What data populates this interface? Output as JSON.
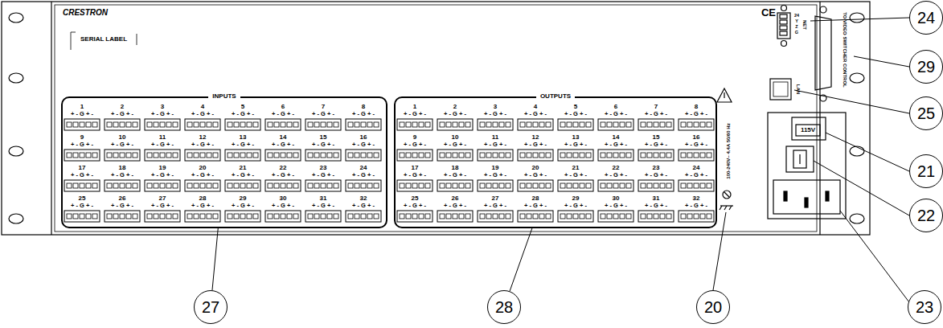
{
  "diagram": {
    "nodes": [
      {
        "text": [
          "INPUTS"
        ]
      },
      {
        "text": [
          "OUTPUTS"
        ]
      },
      {
        "text": [
          "24"
        ]
      },
      {
        "text": [
          "29"
        ]
      },
      {
        "text": [
          "25"
        ]
      },
      {
        "text": [
          "21"
        ]
      },
      {
        "text": [
          "22"
        ]
      },
      {
        "text": [
          "27"
        ]
      },
      {
        "text": [
          "28"
        ]
      },
      {
        "text": [
          "20"
        ]
      },
      {
        "text": [
          "23"
        ]
      }
    ],
    "edges": [
      {
        "from": 7,
        "to": 0,
        "arrow": "none"
      },
      {
        "from": 8,
        "to": 1,
        "arrow": "none"
      }
    ],
    "labels": [
      "CRESTRON",
      "SERIAL LABEL",
      "CE",
      "24",
      "Y",
      "Z",
      "G",
      "NET",
      "LAN",
      "TO VIDEO SWITCHER CONTROL",
      "115V",
      "100-240V~ 4.4A 50/60 Hz",
      "1",
      "+ - G + -",
      "2",
      "+ - G + -",
      "3",
      "+ - G + -",
      "4",
      "+ - G + -",
      "5",
      "+ - G + -",
      "6",
      "+ - G + -",
      "7",
      "+ - G + -",
      "8",
      "+ - G + -",
      "9",
      "+ - G + -",
      "10",
      "+ - G + -",
      "11",
      "+ - G + -",
      "12",
      "+ - G + -",
      "13",
      "+ - G + -",
      "14",
      "+ - G + -",
      "15",
      "+ - G + -",
      "16",
      "+ - G + -",
      "17",
      "+ - G + -",
      "18",
      "+ - G + -",
      "19",
      "+ - G + -",
      "20",
      "+ - G + -",
      "21",
      "+ - G + -",
      "22",
      "+ - G + -",
      "23",
      "+ - G + -",
      "24",
      "+ - G + -",
      "25",
      "+ - G + -",
      "26",
      "+ - G + -",
      "27",
      "+ - G + -",
      "28",
      "+ - G + -",
      "29",
      "+ - G + -",
      "30",
      "+ - G + -",
      "31",
      "+ - G + -",
      "32",
      "+ - G + -",
      "1",
      "+ - G + -",
      "2",
      "+ - G + -",
      "3",
      "+ - G + -",
      "4",
      "+ - G + -",
      "5",
      "+ - G + -",
      "6",
      "+ - G + -",
      "7",
      "+ - G + -",
      "8",
      "+ - G + -",
      "9",
      "+ - G + -",
      "10",
      "+ - G + -",
      "11",
      "+ - G + -",
      "12",
      "+ - G + -",
      "13",
      "+ - G + -",
      "14",
      "+ - G + -",
      "15",
      "+ - G + -",
      "16",
      "+ - G + -",
      "17",
      "+ - G + -",
      "18",
      "+ - G + -",
      "19",
      "+ - G + -",
      "20",
      "+ - G + -",
      "21",
      "+ - G + -",
      "22",
      "+ - G + -",
      "23",
      "+ - G + -",
      "24",
      "+ - G + -",
      "25",
      "+ - G + -",
      "26",
      "+ - G + -",
      "27",
      "+ - G + -",
      "28",
      "+ - G + -",
      "29",
      "+ - G + -",
      "30",
      "+ - G + -",
      "31",
      "+ - G + -",
      "32",
      "+ - G + -"
    ]
  }
}
